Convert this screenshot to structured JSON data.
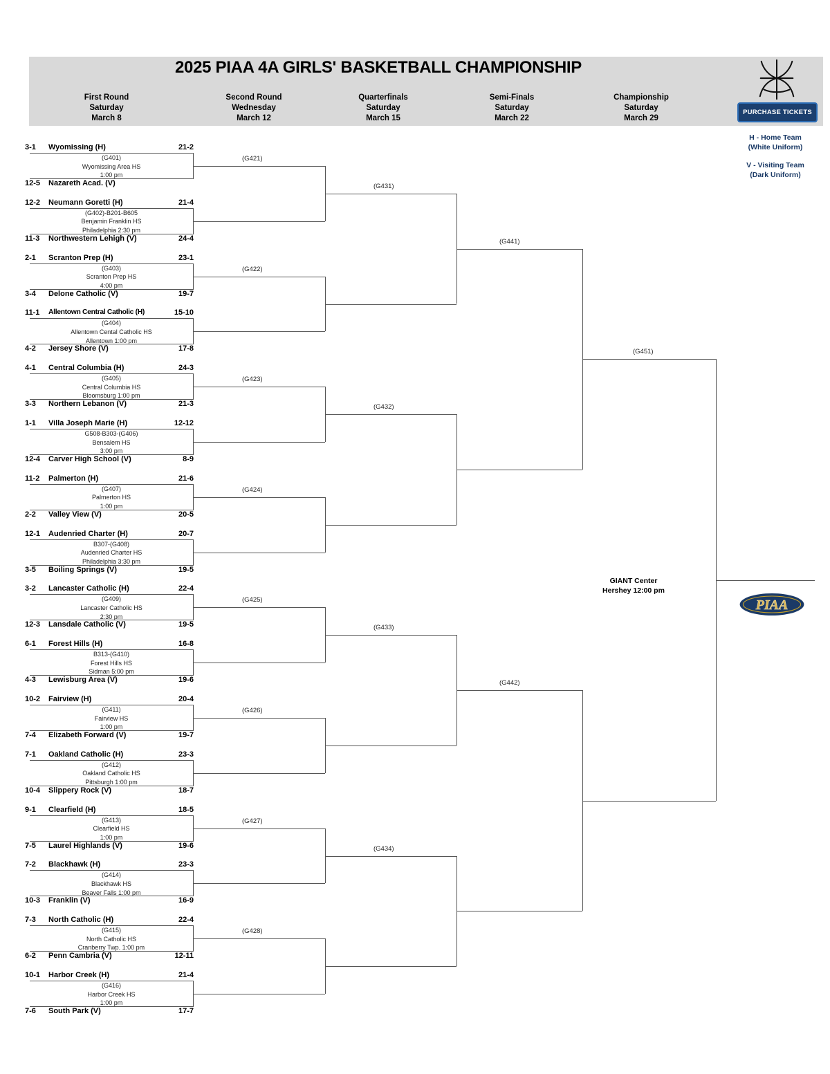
{
  "header": {
    "title": "2025 PIAA 4A GIRLS' BASKETBALL CHAMPIONSHIP",
    "rounds": [
      {
        "name": "First Round",
        "day": "Saturday",
        "date": "March 8"
      },
      {
        "name": "Second Round",
        "day": "Wednesday",
        "date": "March 12"
      },
      {
        "name": "Quarterfinals",
        "day": "Saturday",
        "date": "March 15"
      },
      {
        "name": "Semi-Finals",
        "day": "Saturday",
        "date": "March 22"
      },
      {
        "name": "Championship",
        "day": "Saturday",
        "date": "March 29"
      }
    ],
    "tickets_label": "PURCHASE TICKETS"
  },
  "legend": {
    "home_line1": "H - Home Team",
    "home_line2": "(White Uniform)",
    "away_line1": "V - Visiting Team",
    "away_line2": "(Dark Uniform)"
  },
  "final": {
    "venue": "GIANT Center",
    "time": "Hershey 12:00 pm"
  },
  "colors": {
    "header_bg": "#d9d9d9",
    "navy": "#1b3a66",
    "button_bg": "#1c3f6e",
    "line": "#555555",
    "gold": "#c9a227"
  },
  "first_round": [
    {
      "code": "(G401)",
      "venue": "Wyomissing Area HS",
      "time": "1:00 pm",
      "home_seed": "3-1",
      "home": "Wyomissing  (H)",
      "home_rec": "21-2",
      "away_seed": "12-5",
      "away": "Nazareth Acad. (V)",
      "away_rec": ""
    },
    {
      "code": "(G402)-B201-B605",
      "venue": "Benjamin Franklin HS",
      "time": "Philadelphia 2:30 pm",
      "home_seed": "12-2",
      "home": "Neumann Goretti (H)",
      "home_rec": "21-4",
      "away_seed": "11-3",
      "away": "Northwestern Lehigh (V)",
      "away_rec": "24-4"
    },
    {
      "code": "(G403)",
      "venue": "Scranton Prep HS",
      "time": "4:00 pm",
      "home_seed": "2-1",
      "home": "Scranton Prep (H)",
      "home_rec": "23-1",
      "away_seed": "3-4",
      "away": "Delone Catholic (V)",
      "away_rec": "19-7"
    },
    {
      "code": "(G404)",
      "venue": "Allentown Cental Catholic HS",
      "time": "Allentown 1:00 pm",
      "home_seed": "11-1",
      "home": "Allentown Central Catholic (H)",
      "home_rec": "15-10",
      "away_seed": "4-2",
      "away": "Jersey Shore (V)",
      "away_rec": "17-8"
    },
    {
      "code": "(G405)",
      "venue": "Central Columbia HS",
      "time": "Bloomsburg 1:00 pm",
      "home_seed": "4-1",
      "home": "Central Columbia (H)",
      "home_rec": "24-3",
      "away_seed": "3-3",
      "away": "Northern Lebanon (V)",
      "away_rec": "21-3"
    },
    {
      "code": "G508-B303-(G406)",
      "venue": "Bensalem HS",
      "time": "3:00 pm",
      "home_seed": "1-1",
      "home": "Villa Joseph Marie (H)",
      "home_rec": "12-12",
      "away_seed": "12-4",
      "away": "Carver High School (V)",
      "away_rec": "8-9"
    },
    {
      "code": "(G407)",
      "venue": "Palmerton HS",
      "time": "1:00 pm",
      "home_seed": "11-2",
      "home": "Palmerton (H)",
      "home_rec": "21-6",
      "away_seed": "2-2",
      "away": "Valley View (V)",
      "away_rec": "20-5"
    },
    {
      "code": "B307-(G408)",
      "venue": "Audenried Charter HS",
      "time": "Philadelphia 3:30 pm",
      "home_seed": "12-1",
      "home": "Audenried Charter (H)",
      "home_rec": "20-7",
      "away_seed": "3-5",
      "away": "Boiling Springs (V)",
      "away_rec": "19-5"
    },
    {
      "code": "(G409)",
      "venue": "Lancaster Catholic HS",
      "time": "2:30 pm",
      "home_seed": "3-2",
      "home": "Lancaster Catholic (H)",
      "home_rec": "22-4",
      "away_seed": "12-3",
      "away": "Lansdale Catholic (V)",
      "away_rec": "19-5"
    },
    {
      "code": "B313-(G410)",
      "venue": "Forest Hills HS",
      "time": "Sidman 5:00 pm",
      "home_seed": "6-1",
      "home": "Forest Hills (H)",
      "home_rec": "16-8",
      "away_seed": "4-3",
      "away": "Lewisburg Area (V)",
      "away_rec": "19-6"
    },
    {
      "code": "(G411)",
      "venue": "Fairview HS",
      "time": "1:00 pm",
      "home_seed": "10-2",
      "home": "Fairview (H)",
      "home_rec": "20-4",
      "away_seed": "7-4",
      "away": "Elizabeth Forward (V)",
      "away_rec": "19-7"
    },
    {
      "code": "(G412)",
      "venue": "Oakland Catholic HS",
      "time": "Pittsburgh 1:00 pm",
      "home_seed": "7-1",
      "home": "Oakland Catholic (H)",
      "home_rec": "23-3",
      "away_seed": "10-4",
      "away": "Slippery Rock (V)",
      "away_rec": "18-7"
    },
    {
      "code": "(G413)",
      "venue": "Clearfield HS",
      "time": "1:00 pm",
      "home_seed": "9-1",
      "home": "Clearfield (H)",
      "home_rec": "18-5",
      "away_seed": "7-5",
      "away": "Laurel Highlands (V)",
      "away_rec": "19-6"
    },
    {
      "code": "(G414)",
      "venue": "Blackhawk HS",
      "time": "Beaver Falls 1:00 pm",
      "home_seed": "7-2",
      "home": "Blackhawk (H)",
      "home_rec": "23-3",
      "away_seed": "10-3",
      "away": "Franklin (V)",
      "away_rec": "16-9"
    },
    {
      "code": "(G415)",
      "venue": "North Catholic HS",
      "time": "Cranberry Twp. 1:00 pm",
      "home_seed": "7-3",
      "home": "North Catholic (H)",
      "home_rec": "22-4",
      "away_seed": "6-2",
      "away": "Penn Cambria (V)",
      "away_rec": "12-11"
    },
    {
      "code": "(G416)",
      "venue": "Harbor Creek HS",
      "time": "1:00 pm",
      "home_seed": "10-1",
      "home": "Harbor Creek (H)",
      "home_rec": "21-4",
      "away_seed": "7-6",
      "away": "South Park (V)",
      "away_rec": "17-7"
    }
  ],
  "second_round": [
    "(G421)",
    "(G422)",
    "(G423)",
    "(G424)",
    "(G425)",
    "(G426)",
    "(G427)",
    "(G428)"
  ],
  "quarterfinals": [
    "(G431)",
    "(G432)",
    "(G433)",
    "(G434)"
  ],
  "semifinals": [
    "(G441)",
    "(G442)"
  ],
  "championship": "(G451)"
}
